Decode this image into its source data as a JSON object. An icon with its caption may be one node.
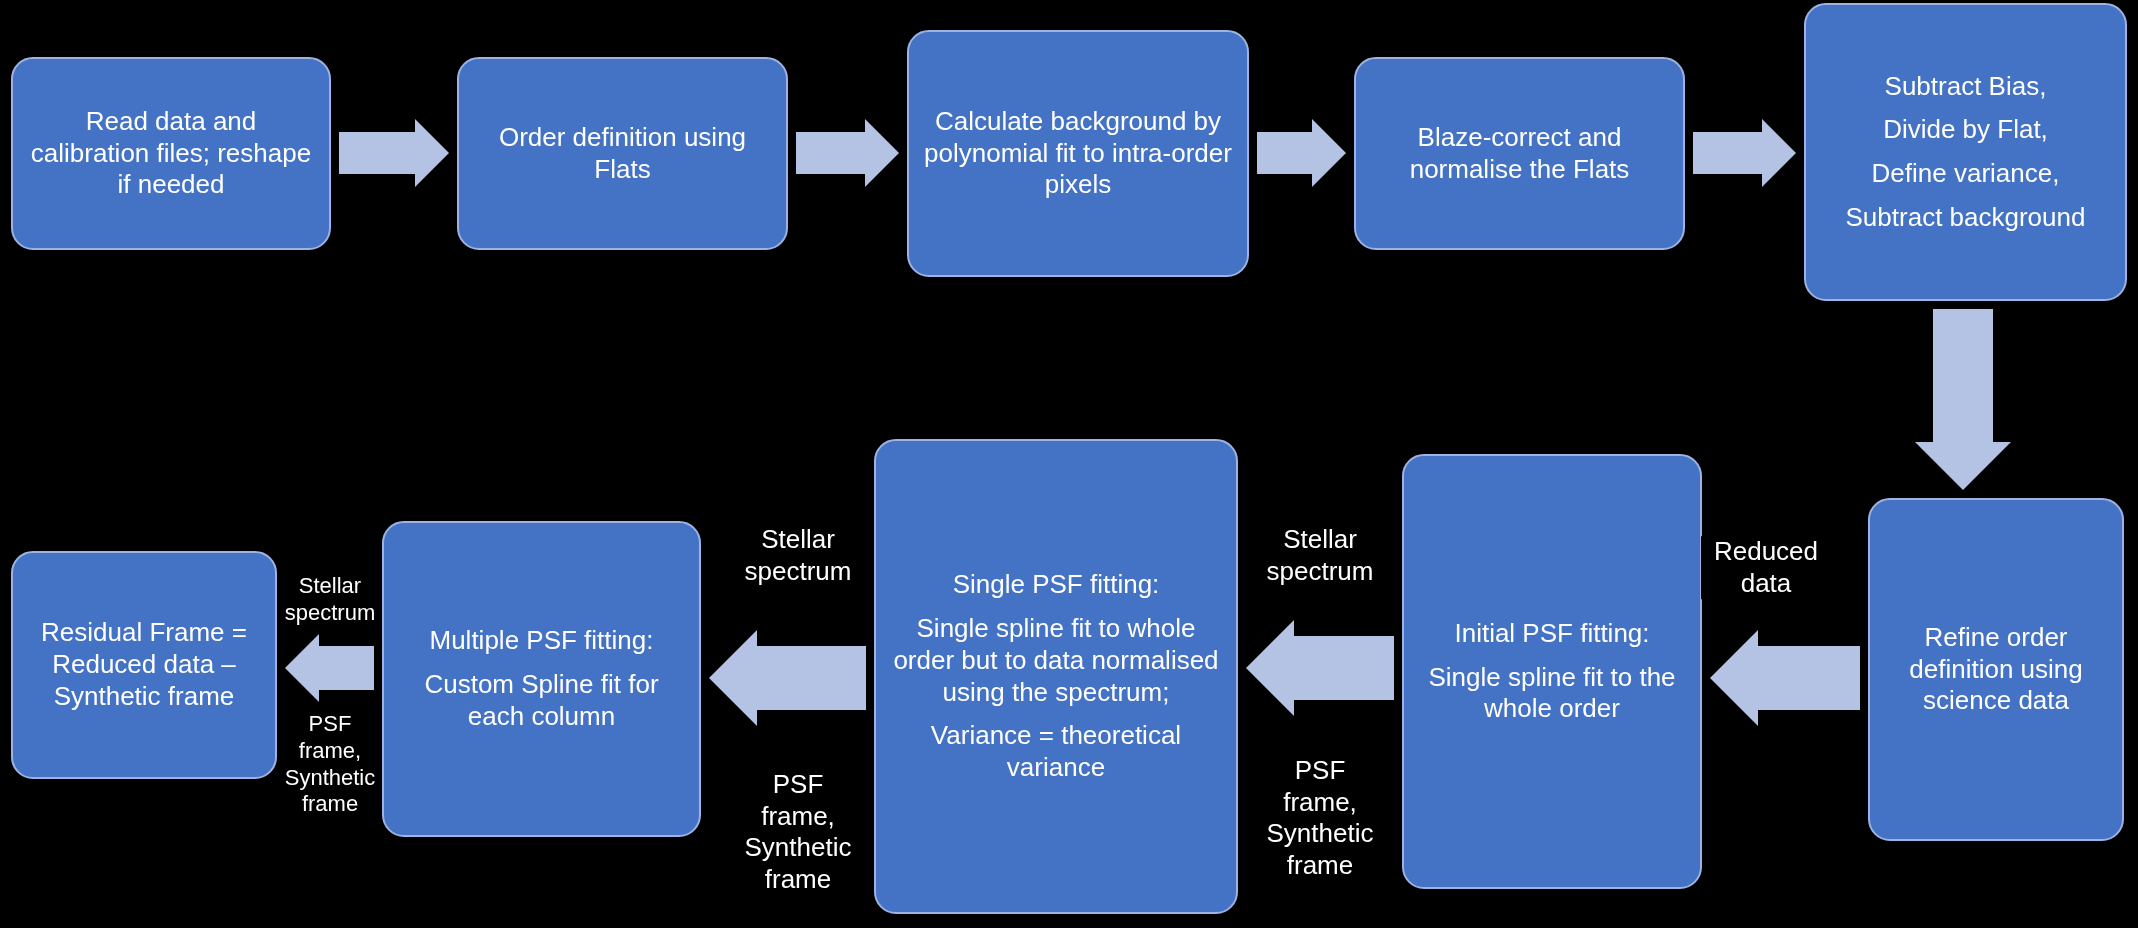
{
  "diagram": {
    "nodes": [
      {
        "text": [
          "Read data and calibration files; reshape if needed"
        ]
      },
      {
        "text": [
          "Order definition using Flats"
        ]
      },
      {
        "text": [
          "Calculate background by polynomial fit to intra-order pixels"
        ]
      },
      {
        "text": [
          "Blaze-correct and normalise the Flats"
        ]
      },
      {
        "text": [
          "Subtract Bias,",
          "Divide by Flat,",
          "Define variance,",
          "Subtract background"
        ]
      },
      {
        "text": [
          "Refine order definition using science data"
        ]
      },
      {
        "text": [
          "Initial PSF fitting:",
          "Single spline fit to the whole order"
        ]
      },
      {
        "text": [
          "Single PSF fitting:",
          "Single spline fit to whole order but to data normalised using the spectrum;",
          "Variance = theoretical variance"
        ]
      },
      {
        "text": [
          "Multiple PSF fitting:",
          "Custom Spline fit for each column"
        ]
      },
      {
        "text": [
          "Residual Frame = Reduced data – Synthetic frame"
        ]
      }
    ],
    "edges": [
      {
        "from": 0,
        "to": 1,
        "arrow": "to"
      },
      {
        "from": 1,
        "to": 2,
        "arrow": "to"
      },
      {
        "from": 2,
        "to": 3,
        "arrow": "to"
      },
      {
        "from": 3,
        "to": 4,
        "arrow": "to"
      },
      {
        "from": 4,
        "to": 5,
        "arrow": "to"
      },
      {
        "from": 5,
        "to": 6,
        "arrow": "to",
        "label": "Reduced data"
      },
      {
        "from": 6,
        "to": 7,
        "arrow": "to",
        "label": "Stellar spectrum"
      },
      {
        "from": 7,
        "to": 8,
        "arrow": "to",
        "label": "Stellar spectrum"
      },
      {
        "from": 8,
        "to": 9,
        "arrow": "to",
        "label": "Stellar spectrum"
      }
    ],
    "labels": [
      "PSF frame, Synthetic frame",
      "PSF frame, Synthetic frame",
      "PSF frame, Synthetic frame"
    ]
  }
}
